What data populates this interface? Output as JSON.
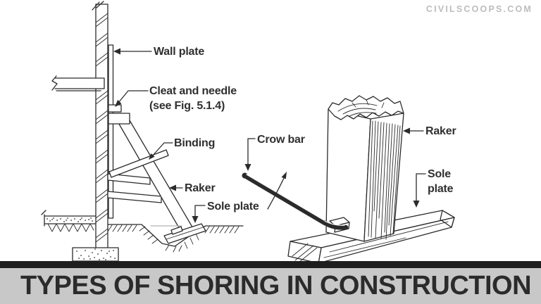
{
  "watermark": {
    "text": "CIVILSCOOPS.COM"
  },
  "banner": {
    "title": "TYPES OF SHORING IN CONSTRUCTION"
  },
  "diagram_left": {
    "labels": {
      "wall_plate": "Wall plate",
      "cleat_needle_1": "Cleat and needle",
      "cleat_needle_2": "(see Fig. 5.1.4)",
      "binding": "Binding",
      "raker": "Raker",
      "sole_plate": "Sole plate"
    }
  },
  "diagram_right": {
    "labels": {
      "crow_bar": "Crow bar",
      "raker": "Raker",
      "sole_plate_1": "Sole",
      "sole_plate_2": "plate"
    }
  },
  "colors": {
    "line": "#2b2b2b",
    "banner_bg": "#c8c8c8",
    "banner_bar": "#1e1e1e",
    "banner_text": "#2b2b2b",
    "watermark_text": "#bdbdbd",
    "background": "#ffffff"
  }
}
